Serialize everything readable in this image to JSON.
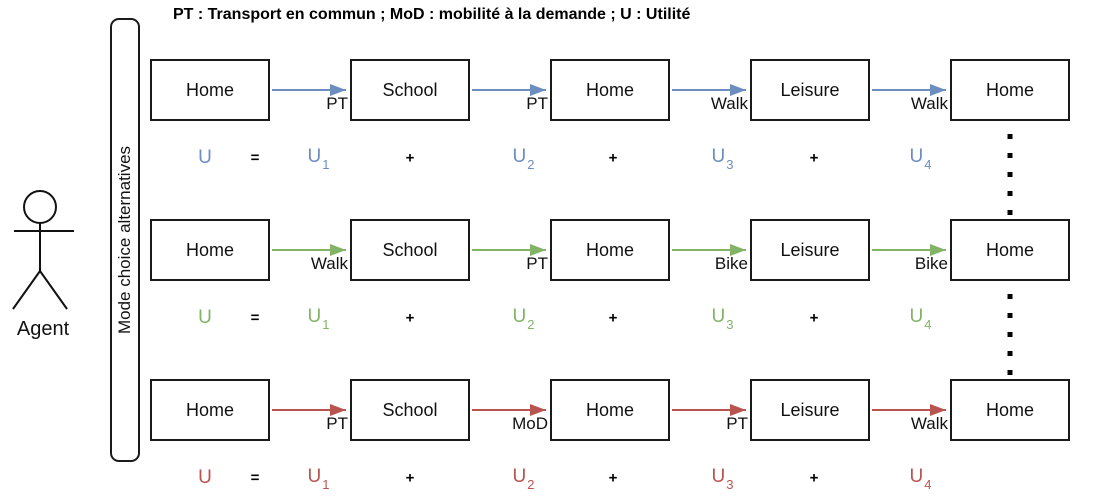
{
  "title": "PT : Transport en commun ; MoD : mobilité à la demande ; U : Utilité",
  "agent": {
    "label": "Agent"
  },
  "mode_bar": {
    "label": "Mode choice alternatives"
  },
  "equation": {
    "lhs": "U",
    "equals": "=",
    "plus": "+",
    "term_base": "U",
    "subscripts": [
      "1",
      "2",
      "3",
      "4"
    ]
  },
  "alternatives": [
    {
      "name": "alternative-1",
      "color": "#6c8ebf",
      "activities": [
        "Home",
        "School",
        "Home",
        "Leisure",
        "Home"
      ],
      "modes": [
        "PT",
        "PT",
        "Walk",
        "Walk"
      ]
    },
    {
      "name": "alternative-2",
      "color": "#82b366",
      "activities": [
        "Home",
        "School",
        "Home",
        "Leisure",
        "Home"
      ],
      "modes": [
        "Walk",
        "PT",
        "Bike",
        "Bike"
      ]
    },
    {
      "name": "alternative-3",
      "color": "#b85450",
      "activities": [
        "Home",
        "School",
        "Home",
        "Leisure",
        "Home"
      ],
      "modes": [
        "PT",
        "MoD",
        "PT",
        "Walk"
      ]
    }
  ],
  "colors": {
    "operator": "#000000",
    "box_border": "#1a1a1a",
    "dots": "#000000"
  }
}
